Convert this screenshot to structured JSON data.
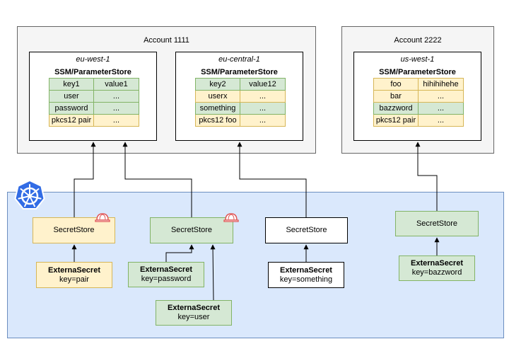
{
  "colors": {
    "green_fill": "#d5e8d4",
    "green_stroke": "#82b366",
    "yellow_fill": "#fff2cc",
    "yellow_stroke": "#d6b656",
    "k8s_fill": "#dae8fc",
    "k8s_stroke": "#6c8ebf",
    "account_fill": "#f5f5f5",
    "k8s_logo": "#326ce5",
    "hat": "#e05555"
  },
  "accounts": [
    {
      "title": "Account 1111",
      "regions": [
        {
          "name": "eu-west-1",
          "store": "SSM/ParameterStore",
          "rows": [
            {
              "key": "key1",
              "value": "value1",
              "color": "green"
            },
            {
              "key": "user",
              "value": "...",
              "color": "green"
            },
            {
              "key": "password",
              "value": "...",
              "color": "green"
            },
            {
              "key": "pkcs12 pair",
              "value": "...",
              "color": "yellow"
            }
          ]
        },
        {
          "name": "eu-central-1",
          "store": "SSM/ParameterStore",
          "rows": [
            {
              "key": "key2",
              "value": "value12",
              "color": "green"
            },
            {
              "key": "userx",
              "value": "...",
              "color": "yellow"
            },
            {
              "key": "something",
              "value": "...",
              "color": "green"
            },
            {
              "key": "pkcs12 foo",
              "value": "...",
              "color": "yellow"
            }
          ]
        }
      ]
    },
    {
      "title": "Account 2222",
      "regions": [
        {
          "name": "us-west-1",
          "store": "SSM/ParameterStore",
          "rows": [
            {
              "key": "foo",
              "value": "hihihihehe",
              "color": "yellow"
            },
            {
              "key": "bar",
              "value": "...",
              "color": "yellow"
            },
            {
              "key": "bazzword",
              "value": "...",
              "color": "green"
            },
            {
              "key": "pkcs12 pair",
              "value": "...",
              "color": "yellow"
            }
          ]
        }
      ]
    }
  ],
  "kubernetes": {
    "secret_stores": [
      {
        "label": "SecretStore",
        "color": "yellow"
      },
      {
        "label": "SecretStore",
        "color": "green"
      },
      {
        "label": "SecretStore",
        "color": "white"
      },
      {
        "label": "SecretStore",
        "color": "green"
      }
    ],
    "external_secrets": [
      {
        "title": "ExternaSecret",
        "key": "key=pair",
        "color": "yellow"
      },
      {
        "title": "ExternaSecret",
        "key": "key=password",
        "color": "green"
      },
      {
        "title": "ExternaSecret",
        "key": "key=user",
        "color": "green"
      },
      {
        "title": "ExternaSecret",
        "key": "key=something",
        "color": "white"
      },
      {
        "title": "ExternaSecret",
        "key": "key=bazzword",
        "color": "green"
      }
    ]
  }
}
